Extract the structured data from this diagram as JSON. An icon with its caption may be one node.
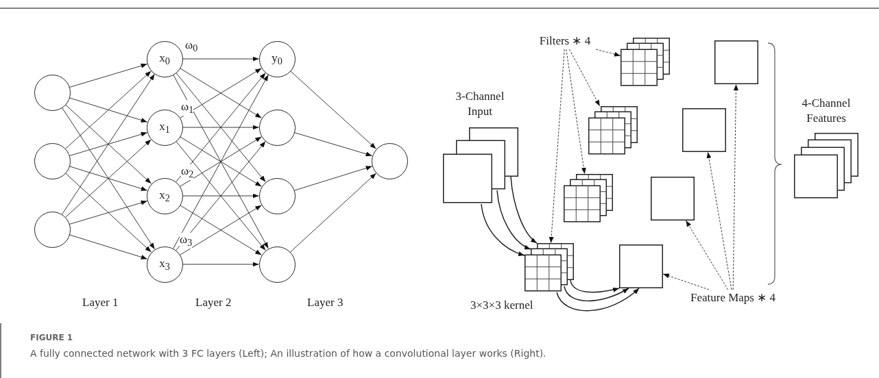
{
  "diagram": {
    "caption": "A fully connected network with 3 FC layers (Left); An illustration of how a convolutional layer works (Right).",
    "nodes": [
      {
        "text": [],
        "shape": "circle"
      },
      {
        "text": [],
        "shape": "circle"
      },
      {
        "text": [],
        "shape": "circle"
      },
      {
        "text": [
          "x$_{0}$"
        ],
        "beside": [
          "ω$_{0}$"
        ]
      },
      {
        "text": [
          "x$_{1}$"
        ],
        "beside": [
          "ω$_{1}$"
        ]
      },
      {
        "text": [
          "x$_{2}$"
        ],
        "beside": [
          "ω$_{2}$"
        ]
      },
      {
        "text": [
          "x$_{3}$"
        ],
        "beside": [
          "ω$_{3}$"
        ]
      },
      {
        "text": [
          "y$_{0}$"
        ]
      },
      {
        "text": [],
        "shape": "circle"
      },
      {
        "text": [],
        "shape": "circle"
      },
      {
        "text": [],
        "shape": "circle"
      },
      {
        "text": [],
        "shape": "circle"
      },
      {
        "text": [
          "Filters ∗ 4"
        ]
      },
      {
        "text": [
          "3-Channel Input"
        ]
      },
      {
        "text": [],
        "shape": "box",
        "beside": [
          "3×3×3 kernel"
        ]
      },
      {
        "text": [],
        "shape": "box"
      },
      {
        "text": [],
        "shape": "box"
      },
      {
        "text": [],
        "shape": "box"
      },
      {
        "text": [],
        "shape": "box"
      },
      {
        "text": [],
        "shape": "box"
      },
      {
        "text": [],
        "shape": "box"
      },
      {
        "text": [],
        "shape": "box"
      },
      {
        "text": [
          "Feature Maps ∗ 4"
        ]
      },
      {
        "text": [
          "4-Channel Features"
        ]
      }
    ],
    "edges": [
      {
        "from": 0,
        "to": 3,
        "arrow": "to"
      },
      {
        "from": 0,
        "to": 4,
        "arrow": "to"
      },
      {
        "from": 0,
        "to": 5,
        "arrow": "to"
      },
      {
        "from": 0,
        "to": 6,
        "arrow": "to"
      },
      {
        "from": 1,
        "to": 3,
        "arrow": "to"
      },
      {
        "from": 1,
        "to": 4,
        "arrow": "to"
      },
      {
        "from": 1,
        "to": 5,
        "arrow": "to"
      },
      {
        "from": 1,
        "to": 6,
        "arrow": "to"
      },
      {
        "from": 2,
        "to": 3,
        "arrow": "to"
      },
      {
        "from": 2,
        "to": 4,
        "arrow": "to"
      },
      {
        "from": 2,
        "to": 5,
        "arrow": "to"
      },
      {
        "from": 2,
        "to": 6,
        "arrow": "to"
      },
      {
        "from": 3,
        "to": 7,
        "arrow": "to"
      },
      {
        "from": 3,
        "to": 8,
        "arrow": "to"
      },
      {
        "from": 3,
        "to": 9,
        "arrow": "to"
      },
      {
        "from": 3,
        "to": 10,
        "arrow": "to"
      },
      {
        "from": 4,
        "to": 7,
        "arrow": "to"
      },
      {
        "from": 4,
        "to": 8,
        "arrow": "to"
      },
      {
        "from": 4,
        "to": 9,
        "arrow": "to"
      },
      {
        "from": 4,
        "to": 10,
        "arrow": "to"
      },
      {
        "from": 5,
        "to": 7,
        "arrow": "to"
      },
      {
        "from": 5,
        "to": 8,
        "arrow": "to"
      },
      {
        "from": 5,
        "to": 9,
        "arrow": "to"
      },
      {
        "from": 5,
        "to": 10,
        "arrow": "to"
      },
      {
        "from": 6,
        "to": 7,
        "arrow": "to"
      },
      {
        "from": 6,
        "to": 8,
        "arrow": "to"
      },
      {
        "from": 6,
        "to": 9,
        "arrow": "to"
      },
      {
        "from": 6,
        "to": 10,
        "arrow": "to"
      },
      {
        "from": 7,
        "to": 11,
        "arrow": "to"
      },
      {
        "from": 8,
        "to": 11,
        "arrow": "to"
      },
      {
        "from": 9,
        "to": 11,
        "arrow": "to"
      },
      {
        "from": 10,
        "to": 11,
        "arrow": "to"
      },
      {
        "from": 13,
        "to": 14,
        "arrow": "to"
      },
      {
        "from": 13,
        "to": 14,
        "arrow": "to"
      },
      {
        "from": 13,
        "to": 14,
        "arrow": "to"
      },
      {
        "from": 14,
        "to": 18,
        "arrow": "to"
      },
      {
        "from": 14,
        "to": 18,
        "arrow": "to"
      },
      {
        "from": 14,
        "to": 18,
        "arrow": "to"
      },
      {
        "from": 12,
        "to": 15,
        "arrow": "to",
        "style": "dashed"
      },
      {
        "from": 12,
        "to": 16,
        "arrow": "to",
        "style": "dashed"
      },
      {
        "from": 12,
        "to": 17,
        "arrow": "to",
        "style": "dashed"
      },
      {
        "from": 12,
        "to": 14,
        "arrow": "to",
        "style": "dashed"
      },
      {
        "from": 22,
        "to": 18,
        "arrow": "to",
        "style": "dashed"
      },
      {
        "from": 22,
        "to": 19,
        "arrow": "to",
        "style": "dashed"
      },
      {
        "from": 22,
        "to": 20,
        "arrow": "to",
        "style": "dashed"
      },
      {
        "from": 22,
        "to": 21,
        "arrow": "to",
        "style": "dashed"
      }
    ],
    "labels": [
      "Layer 1",
      "Layer 2",
      "Layer 3",
      "FIGURE 1"
    ]
  }
}
